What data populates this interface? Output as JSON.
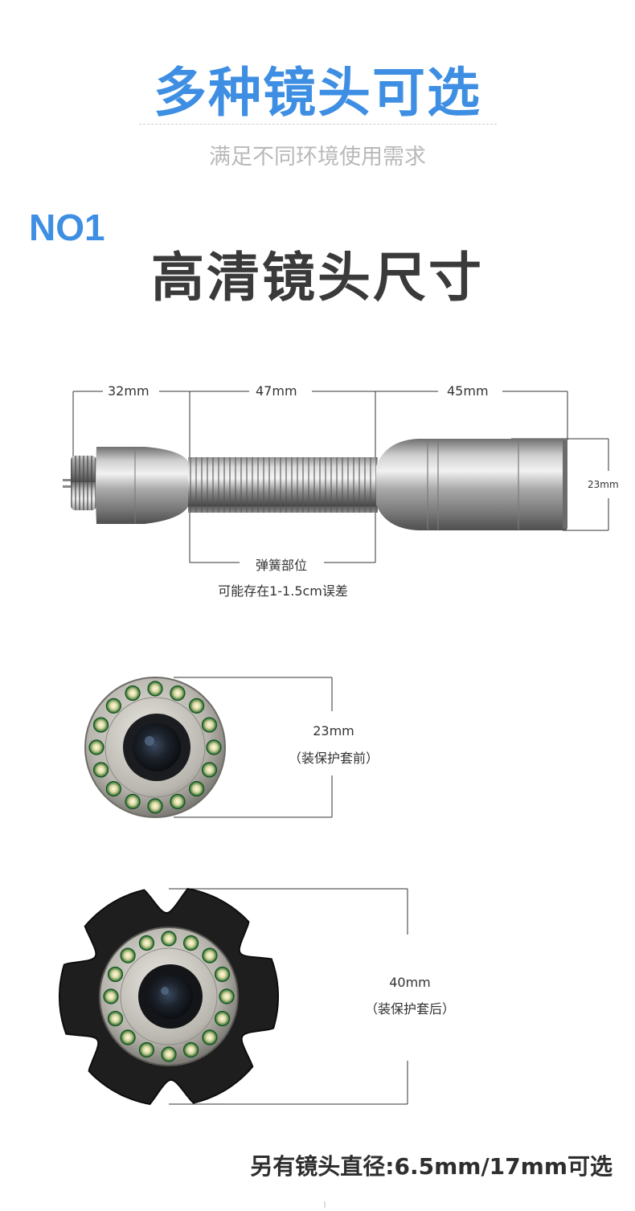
{
  "header": {
    "title": "多种镜头可选",
    "subtitle": "满足不同环境使用需求"
  },
  "section": {
    "badge": "NO1",
    "title": "高清镜头尺寸"
  },
  "side_view": {
    "dim_left": "32mm",
    "dim_middle": "47mm",
    "dim_right": "45mm",
    "dim_height": "23mm",
    "spring_label": "弹簧部位",
    "tolerance_note": "可能存在1-1.5cm误差"
  },
  "front_view": {
    "dim": "23mm",
    "note": "（装保护套前）"
  },
  "guard_view": {
    "dim": "40mm",
    "note": "（装保护套后）"
  },
  "footer": {
    "text": "另有镜头直径:6.5mm/17mm可选"
  },
  "colors": {
    "accent": "#3e8fe3",
    "title": "#3a3a3a",
    "subtitle": "#b9b9b9"
  }
}
